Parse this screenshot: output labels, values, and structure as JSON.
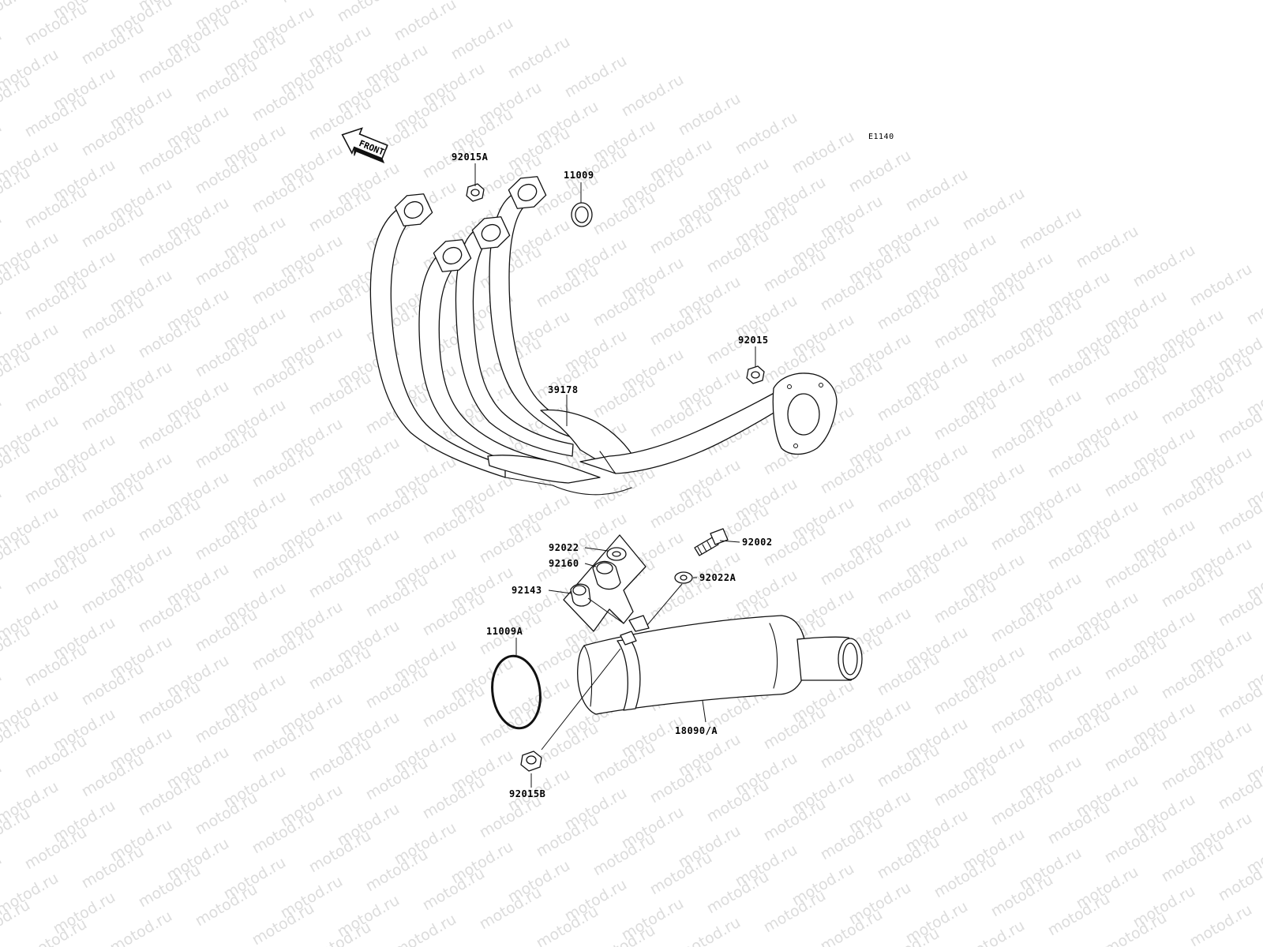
{
  "diagram": {
    "code": "E1140",
    "direction_label": "FRONT",
    "watermark": "motod.ru",
    "parts": [
      {
        "id": "p1",
        "label": "92015A"
      },
      {
        "id": "p2",
        "label": "11009"
      },
      {
        "id": "p3",
        "label": "92015"
      },
      {
        "id": "p4",
        "label": "39178"
      },
      {
        "id": "p5",
        "label": "92022"
      },
      {
        "id": "p6",
        "label": "92160"
      },
      {
        "id": "p7",
        "label": "92143"
      },
      {
        "id": "p8",
        "label": "92002"
      },
      {
        "id": "p9",
        "label": "92022A"
      },
      {
        "id": "p10",
        "label": "11009A"
      },
      {
        "id": "p11",
        "label": "18090/A"
      },
      {
        "id": "p12",
        "label": "92015B"
      }
    ]
  }
}
